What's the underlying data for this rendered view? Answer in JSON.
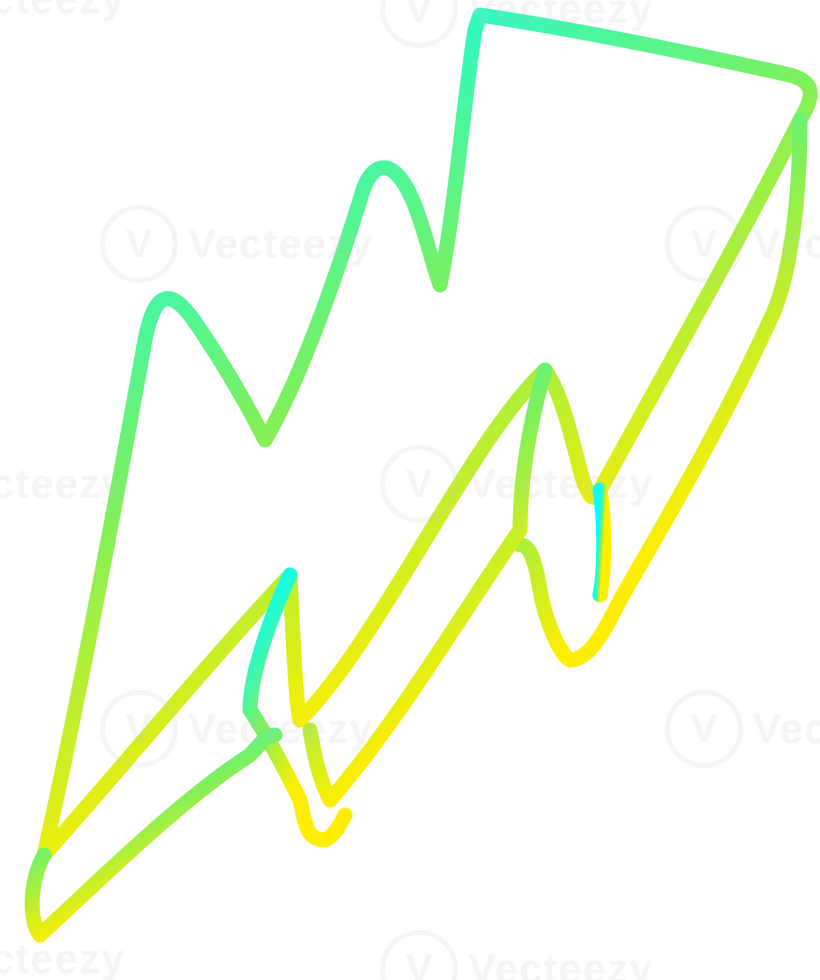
{
  "illustration": {
    "subject": "lightning-bolt",
    "style": "cartoon line drawing",
    "gradient_colors": {
      "top": "#00ffff",
      "middle": "#7ff05a",
      "bottom": "#ffee00"
    },
    "background_color": "#ffffff"
  },
  "watermark": {
    "text": "Vecteezy",
    "logo_letter": "V"
  }
}
